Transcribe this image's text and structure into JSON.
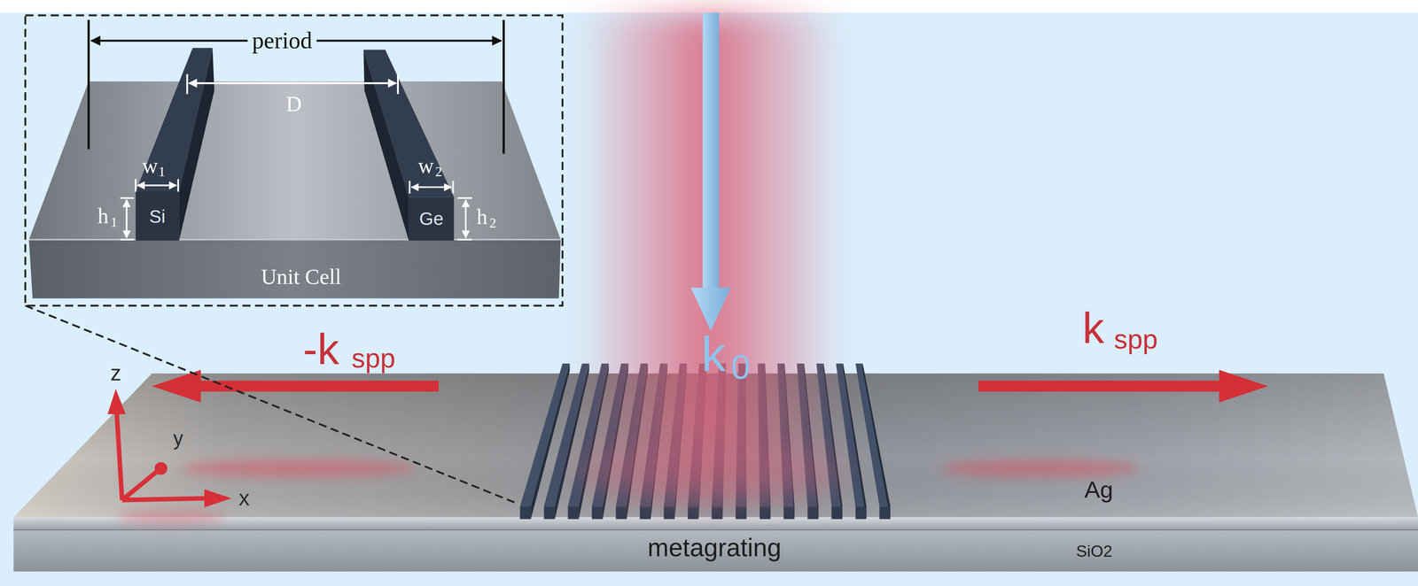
{
  "diagram": {
    "nodes": [
      {
        "text": [
          "Unit Cell"
        ]
      },
      {
        "text": [
          "Si"
        ],
        "in": 0
      },
      {
        "text": [
          "Ge"
        ],
        "in": 0
      },
      {
        "text": [
          "Ag"
        ]
      },
      {
        "text": [
          "SiO2"
        ]
      }
    ],
    "labels": [
      "period",
      "D",
      "w",
      "1",
      "h",
      "1",
      "w",
      "2",
      "h",
      "2",
      "-k",
      "spp",
      "k",
      "0",
      "k",
      "spp",
      "z",
      "y",
      "x",
      "metagrating"
    ]
  }
}
